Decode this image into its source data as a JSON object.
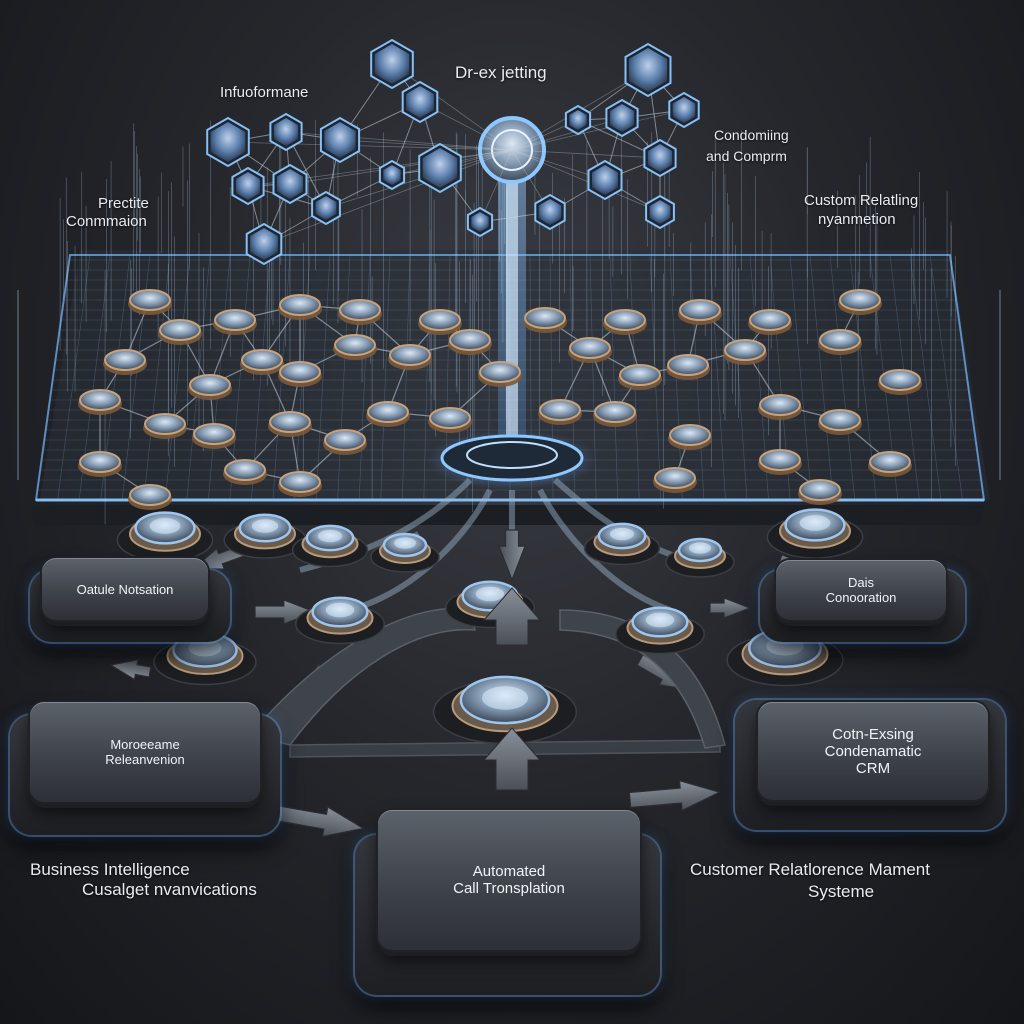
{
  "diagram": {
    "top_labels": {
      "top_center": "Dr-ex jetting",
      "top_left": "Infuoformane",
      "left_upper_1": "Prectite",
      "left_upper_2": "Conmmaion",
      "right_upper_1": "Condomiing",
      "right_upper_2": "and Comprm",
      "right_mid_1": "Custom Relatling",
      "right_mid_2": "nyanmetion"
    },
    "boxes": {
      "left_small": "Oatule Notsation",
      "right_small_1": "Dais",
      "right_small_2": "Conooration",
      "left_large_1": "Moroeeame",
      "left_large_2": "Releanvenion",
      "right_large_1": "Cotn-Exsing",
      "right_large_2": "Condenamatic",
      "right_large_3": "CRM",
      "center_1": "Automated",
      "center_2": "Call Tronsplation"
    },
    "bottom_labels": {
      "left_1": "Business Intelligence",
      "left_2": "Cusalget nvanvications",
      "right_1": "Customer Relatlorence Mament",
      "right_2": "Systeme"
    },
    "colors": {
      "glow": "#6fb6ff",
      "node_ring": "#c8a27a",
      "box_face": "#4a4f57",
      "background": "#25272c"
    }
  }
}
